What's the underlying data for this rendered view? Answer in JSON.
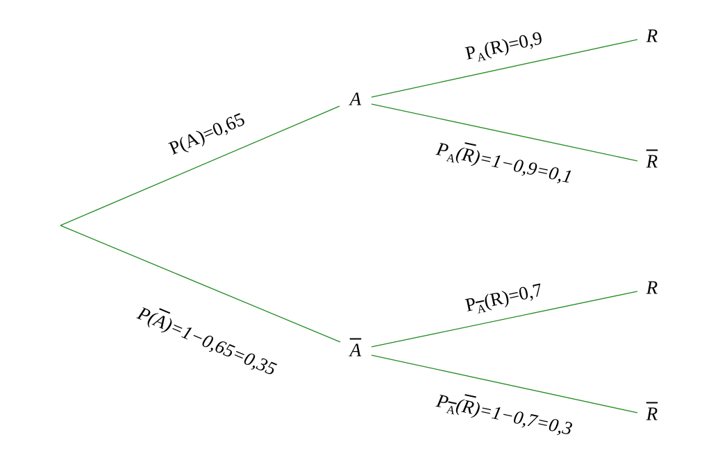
{
  "line_color": "#1f8a1f",
  "nodes": {
    "a": "A",
    "a_bar": "A",
    "r1": "R",
    "r1_bar": "R",
    "r2": "R",
    "r2_bar": "R"
  },
  "labels": {
    "p_a": {
      "fn": "P",
      "open": "(",
      "arg": "A",
      "close": ")",
      "value": "=0,65"
    },
    "p_a_bar": {
      "fn": "P",
      "open": "(",
      "arg": "A",
      "close": ")",
      "value": "=1−0,65=0,35"
    },
    "pa_r": {
      "fn": "P",
      "sub": "A",
      "open": "(",
      "arg": "R",
      "close": ")",
      "value": "=0,9"
    },
    "pa_r_bar": {
      "fn": "P",
      "sub": "A",
      "open": "(",
      "arg": "R",
      "close": ")",
      "value": "=1−0,9=0,1"
    },
    "pabar_r": {
      "fn": "P",
      "sub": "A",
      "open": "(",
      "arg": "R",
      "close": ")",
      "value": "=0,7"
    },
    "pabar_r_bar": {
      "fn": "P",
      "sub": "A",
      "open": "(",
      "arg": "R",
      "close": ")",
      "value": "=1−0,7=0,3"
    }
  }
}
